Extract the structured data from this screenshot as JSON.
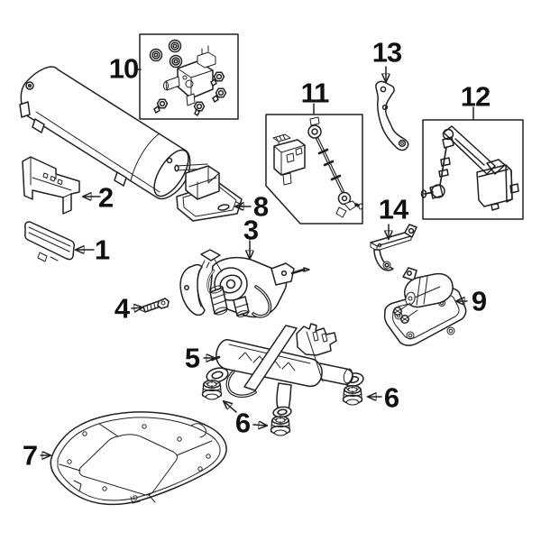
{
  "diagram_type": "exploded-parts-diagram",
  "background": "#ffffff",
  "highlighted_part_label": "12",
  "style": {
    "line_color": "#202020",
    "label_color": "#111111",
    "box_border_color": "#1a1a1a",
    "highlight_fill": "#2e55ad",
    "highlight_fill_dark": "#1d3c8a",
    "highlight_fill_light": "#4068c0",
    "highlight_outline": "#0d1b45"
  },
  "callouts": {
    "part1": {
      "label": "1"
    },
    "part2": {
      "label": "2"
    },
    "part3": {
      "label": "3"
    },
    "part4": {
      "label": "4"
    },
    "part5": {
      "label": "5"
    },
    "part6_lower": {
      "label": "6"
    },
    "part6_right": {
      "label": "6"
    },
    "part7": {
      "label": "7"
    },
    "part8": {
      "label": "8"
    },
    "part9": {
      "label": "9"
    },
    "part10": {
      "label": "10"
    },
    "part11": {
      "label": "11"
    },
    "part12": {
      "label": "12"
    },
    "part13": {
      "label": "13"
    },
    "part14": {
      "label": "14"
    }
  }
}
